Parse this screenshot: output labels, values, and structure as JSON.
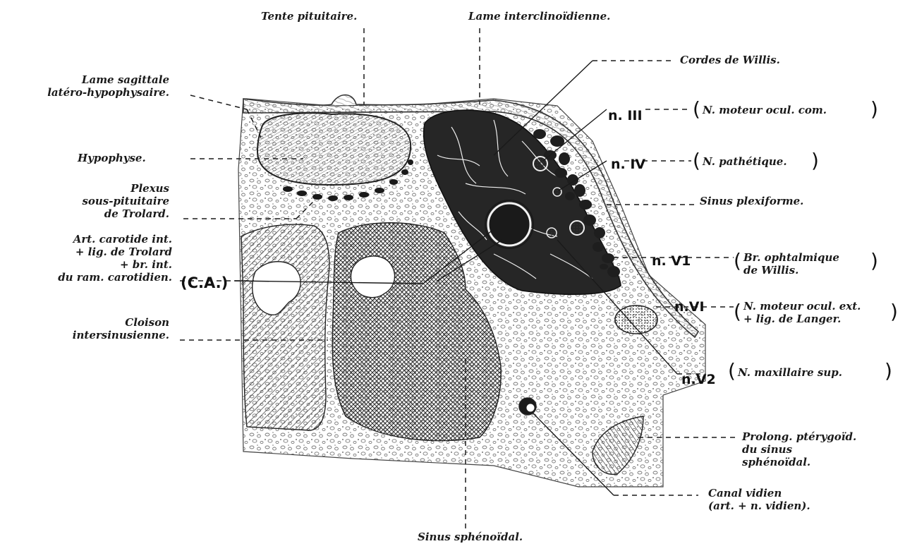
{
  "colors": {
    "ink": "#1a1a1a",
    "bone_fill": "#f2f2f2",
    "sinus_fill": "#2a2a2a",
    "hatch": "#3a3a3a",
    "background": "#ffffff"
  },
  "labels": {
    "tente": "Tente pituitaire.",
    "lame_interclinoidienne": "Lame interclinoïdienne.",
    "cordes_willis": "Cordes de Willis.",
    "lame_sagittale_1": "Lame sagittale",
    "lame_sagittale_2": "latéro-hypophysaire.",
    "hypophyse": "Hypophyse.",
    "plexus_1": "Plexus",
    "plexus_2": "sous-pituitaire",
    "plexus_3": "de Trolard.",
    "art_1": "Art. carotide int.",
    "art_2": "+ lig. de Trolard",
    "art_3": "+ br. int.",
    "art_4": "du ram. carotidien.",
    "ca": "(C.A.)",
    "cloison_1": "Cloison",
    "cloison_2": "intersinusienne.",
    "n3": "n. III",
    "n3_desc": "N. moteur ocul. com.",
    "n4": "n. IV",
    "n4_desc": "N. pathétique.",
    "sinus_plexiforme": "Sinus plexiforme.",
    "nv1": "n. V1",
    "br_oph_1": "Br. ophtalmique",
    "br_oph_2": "de Willis.",
    "nvi": "n.VI",
    "n6_1": "N. moteur ocul. ext.",
    "n6_2": "+ lig. de Langer.",
    "nv2": "n.V2",
    "n_max": "N. maxillaire sup.",
    "prolong_1": "Prolong. ptérygoïd.",
    "prolong_2": "du sinus",
    "prolong_3": "sphénoïdal.",
    "canal_1": "Canal vidien",
    "canal_2": "(art. + n. vidien).",
    "sinus_sphenoidal": "Sinus sphénoïdal."
  }
}
